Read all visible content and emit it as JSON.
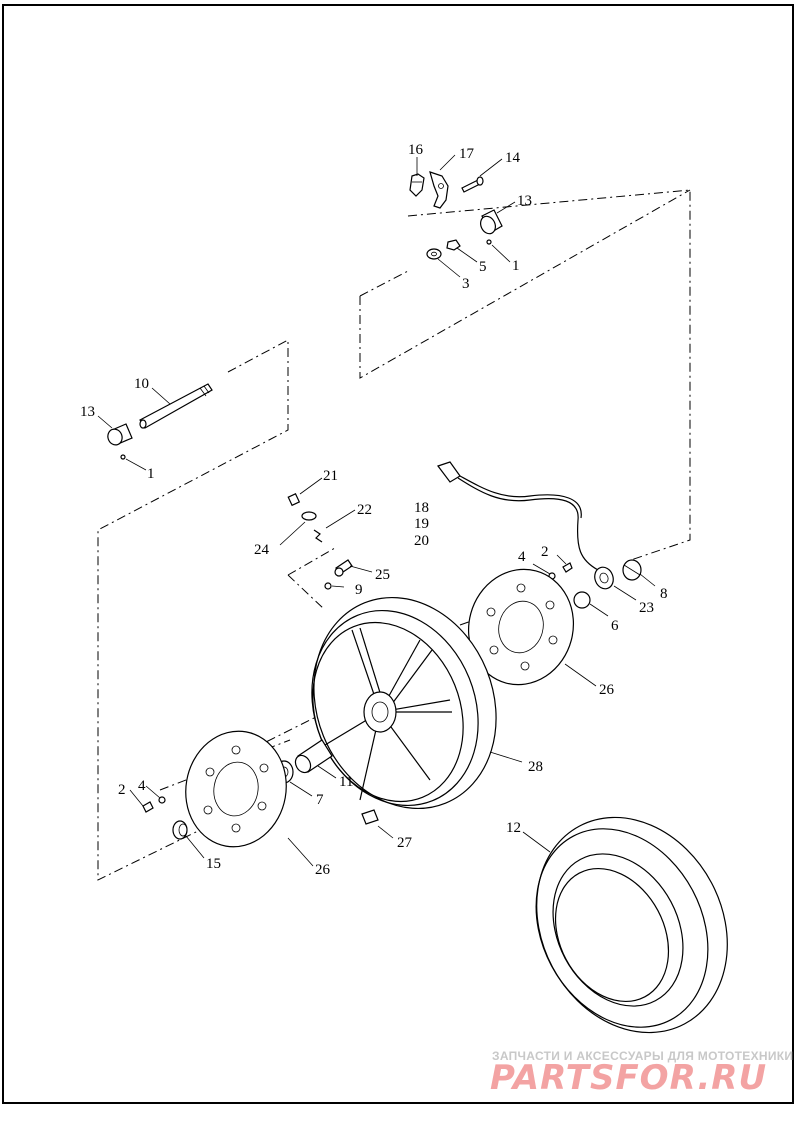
{
  "callouts": [
    {
      "id": "c16",
      "text": "16"
    },
    {
      "id": "c17",
      "text": "17"
    },
    {
      "id": "c14",
      "text": "14"
    },
    {
      "id": "c13a",
      "text": "13"
    },
    {
      "id": "c1a",
      "text": "1"
    },
    {
      "id": "c5",
      "text": "5"
    },
    {
      "id": "c3",
      "text": "3"
    },
    {
      "id": "c10",
      "text": "10"
    },
    {
      "id": "c13b",
      "text": "13"
    },
    {
      "id": "c1b",
      "text": "1"
    },
    {
      "id": "c21",
      "text": "21"
    },
    {
      "id": "c22",
      "text": "22"
    },
    {
      "id": "c24",
      "text": "24"
    },
    {
      "id": "c18",
      "text": "18"
    },
    {
      "id": "c19",
      "text": "19"
    },
    {
      "id": "c20",
      "text": "20"
    },
    {
      "id": "c25",
      "text": "25"
    },
    {
      "id": "c9",
      "text": "9"
    },
    {
      "id": "c4a",
      "text": "4"
    },
    {
      "id": "c2a",
      "text": "2"
    },
    {
      "id": "c8",
      "text": "8"
    },
    {
      "id": "c23",
      "text": "23"
    },
    {
      "id": "c6",
      "text": "6"
    },
    {
      "id": "c26a",
      "text": "26"
    },
    {
      "id": "c28",
      "text": "28"
    },
    {
      "id": "c11",
      "text": "11"
    },
    {
      "id": "c7",
      "text": "7"
    },
    {
      "id": "c2b",
      "text": "2"
    },
    {
      "id": "c4b",
      "text": "4"
    },
    {
      "id": "c27",
      "text": "27"
    },
    {
      "id": "c12",
      "text": "12"
    },
    {
      "id": "c15",
      "text": "15"
    },
    {
      "id": "c26b",
      "text": "26"
    }
  ],
  "watermark": {
    "tagline": "ЗАПЧАСТИ И АКСЕССУАРЫ ДЛЯ МОТОТЕХНИКИ",
    "logo": "PARTSFOR.RU"
  }
}
